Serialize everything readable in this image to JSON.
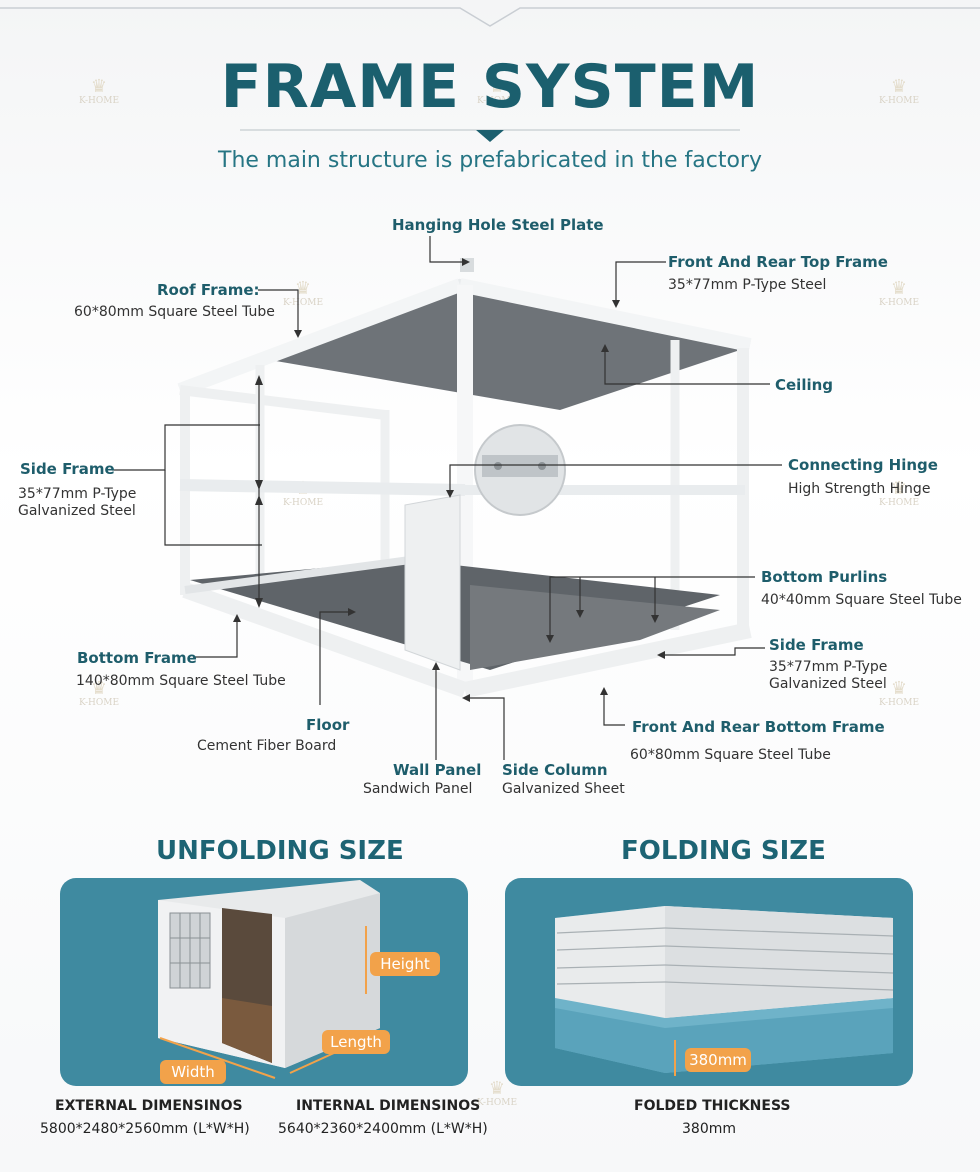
{
  "header": {
    "title": "FRAME SYSTEM",
    "subtitle": "The main structure is prefabricated in the factory"
  },
  "labels": {
    "hanging_hole": "Hanging Hole Steel Plate",
    "front_rear_top": "Front And Rear Top Frame",
    "front_rear_top_spec": "35*77mm  P-Type  Steel",
    "roof_frame": "Roof Frame:",
    "roof_frame_spec": "60*80mm Square Steel Tube",
    "ceiling": "Ceiling",
    "side_frame_left": "Side Frame",
    "side_frame_left_spec1": "35*77mm  P-Type",
    "side_frame_left_spec2": "Galvanized Steel",
    "connecting_hinge": "Connecting  Hinge",
    "connecting_hinge_spec": "High Strength Hinge",
    "bottom_purlins": "Bottom Purlins",
    "bottom_purlins_spec": "40*40mm  Square Steel Tube",
    "side_frame_right": "Side Frame",
    "side_frame_right_spec1": "35*77mm  P-Type",
    "side_frame_right_spec2": "Galvanized Steel",
    "bottom_frame": "Bottom Frame",
    "bottom_frame_spec": "140*80mm  Square Steel Tube",
    "floor": "Floor",
    "floor_spec": "Cement  Fiber  Board",
    "wall_panel": "Wall Panel",
    "wall_panel_spec": "Sandwich Panel",
    "side_column": "Side Column",
    "side_column_spec": "Galvanized Sheet",
    "front_rear_bottom": "Front And Rear Bottom Frame",
    "front_rear_bottom_spec": "60*80mm  Square Steel Tube"
  },
  "unfolding": {
    "heading": "UNFOLDING SIZE",
    "height_tag": "Height",
    "length_tag": "Length",
    "width_tag": "Width",
    "external_title": "EXTERNAL DIMENSINOS",
    "external_value": "5800*2480*2560mm (L*W*H)",
    "internal_title": "INTERNAL DIMENSINOS",
    "internal_value": "5640*2360*2400mm (L*W*H)"
  },
  "folding": {
    "heading": "FOLDING SIZE",
    "thickness_tag": "380mm",
    "thickness_title": "FOLDED THICKNESS",
    "thickness_value": "380mm"
  },
  "watermark": {
    "text": "K-HOME"
  },
  "colors": {
    "brand": "#1b5f6e",
    "panel": "#3f8aa0",
    "tag": "#f2a24a"
  }
}
